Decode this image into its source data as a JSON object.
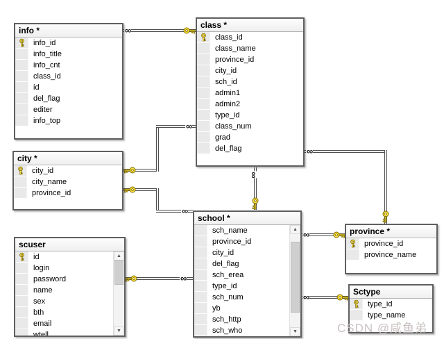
{
  "diagram": {
    "watermark": "CSDN @咸鱼弟",
    "icons": {
      "many_symbol": "∞",
      "one_symbol": "key-icon",
      "scroll_up": "▲",
      "scroll_down": "▼"
    },
    "colors": {
      "background": "#ffffff",
      "table_border": "#5f5f5f",
      "table_header_bg": "#f3f3f3",
      "icon_column_bg": "#e9e9e9",
      "line": "#4f4f4f",
      "key_fill": "#ffe13b",
      "key_outline": "#7a6a00",
      "watermark": "#c9c0c0"
    },
    "tables": [
      {
        "id": "info",
        "title": "info *",
        "fields": [
          {
            "name": "info_id",
            "key": true
          },
          {
            "name": "info_title",
            "key": false
          },
          {
            "name": "info_cnt",
            "key": false
          },
          {
            "name": "class_id",
            "key": false
          },
          {
            "name": "id",
            "key": false
          },
          {
            "name": "del_flag",
            "key": false
          },
          {
            "name": "editer",
            "key": false
          },
          {
            "name": "info_top",
            "key": false
          }
        ]
      },
      {
        "id": "class",
        "title": "class *",
        "fields": [
          {
            "name": "class_id",
            "key": true
          },
          {
            "name": "class_name",
            "key": false
          },
          {
            "name": "province_id",
            "key": false
          },
          {
            "name": "city_id",
            "key": false
          },
          {
            "name": "sch_id",
            "key": false
          },
          {
            "name": "admin1",
            "key": false
          },
          {
            "name": "admin2",
            "key": false
          },
          {
            "name": "type_id",
            "key": false
          },
          {
            "name": "class_num",
            "key": false
          },
          {
            "name": "grad",
            "key": false
          },
          {
            "name": "del_flag",
            "key": false
          }
        ]
      },
      {
        "id": "city",
        "title": "city *",
        "fields": [
          {
            "name": "city_id",
            "key": true
          },
          {
            "name": "city_name",
            "key": false
          },
          {
            "name": "province_id",
            "key": false
          }
        ]
      },
      {
        "id": "scuser",
        "title": "scuser",
        "scrollbar": true,
        "fields": [
          {
            "name": "id",
            "key": true
          },
          {
            "name": "login",
            "key": false
          },
          {
            "name": "password",
            "key": false
          },
          {
            "name": "name",
            "key": false
          },
          {
            "name": "sex",
            "key": false
          },
          {
            "name": "bth",
            "key": false
          },
          {
            "name": "email",
            "key": false
          },
          {
            "name": "wtell",
            "key": false
          }
        ]
      },
      {
        "id": "school",
        "title": "school *",
        "scrollbar": true,
        "fields": [
          {
            "name": "sch_name",
            "key": false
          },
          {
            "name": "province_id",
            "key": false
          },
          {
            "name": "city_id",
            "key": false
          },
          {
            "name": "del_flag",
            "key": false
          },
          {
            "name": "sch_erea",
            "key": false
          },
          {
            "name": "type_id",
            "key": false
          },
          {
            "name": "sch_num",
            "key": false
          },
          {
            "name": "yb",
            "key": false
          },
          {
            "name": "sch_http",
            "key": false
          },
          {
            "name": "sch_who",
            "key": false
          }
        ]
      },
      {
        "id": "province",
        "title": "province *",
        "fields": [
          {
            "name": "province_id",
            "key": true
          },
          {
            "name": "province_name",
            "key": false
          }
        ]
      },
      {
        "id": "Sctype",
        "title": "Sctype",
        "fields": [
          {
            "name": "type_id",
            "key": true
          },
          {
            "name": "type_name",
            "key": false
          }
        ]
      }
    ],
    "relations": [
      {
        "id": "class-info",
        "one": "class",
        "many": "info"
      },
      {
        "id": "city-class",
        "one": "city",
        "many": "class"
      },
      {
        "id": "city-school",
        "one": "city",
        "many": "school"
      },
      {
        "id": "scuser-school",
        "one": "scuser",
        "many": "school"
      },
      {
        "id": "school-class",
        "one": "school",
        "many": "class"
      },
      {
        "id": "province-class",
        "one": "province",
        "many": "class"
      },
      {
        "id": "province-school",
        "one": "province",
        "many": "school"
      },
      {
        "id": "Sctype-school",
        "one": "Sctype",
        "many": "school"
      }
    ]
  }
}
